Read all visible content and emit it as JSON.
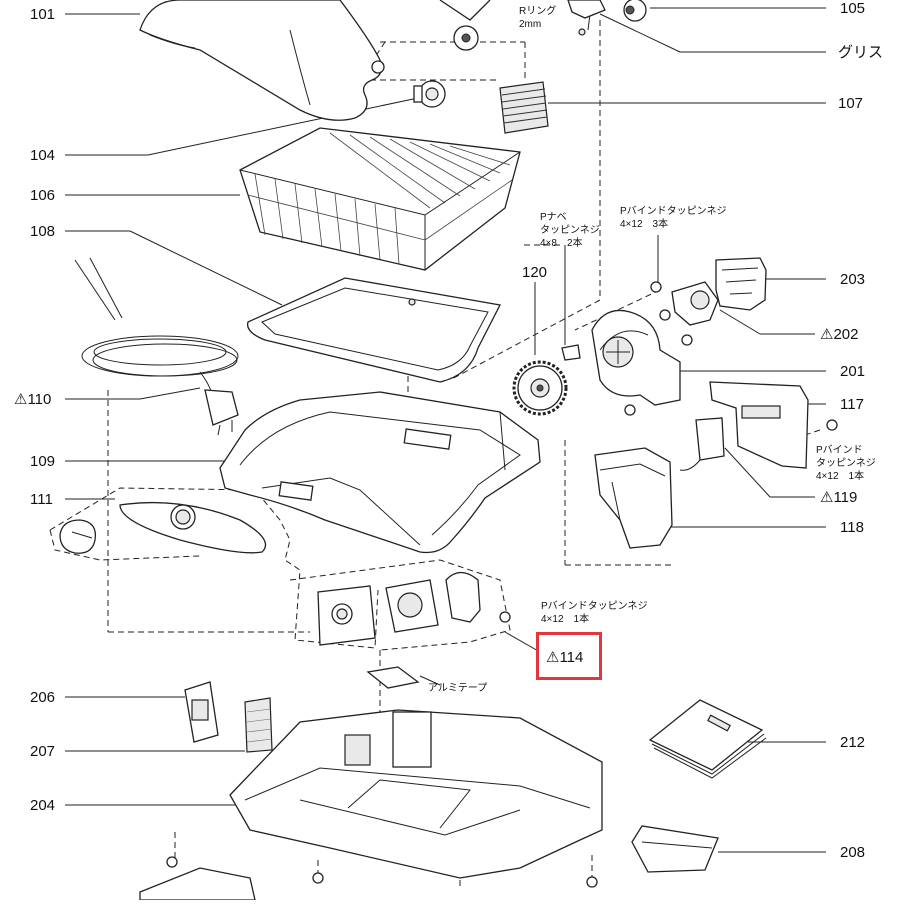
{
  "diagram": {
    "callouts": {
      "p101": "101",
      "p104": "104",
      "p105": "105",
      "grease": "グリス",
      "p106": "106",
      "p107": "107",
      "p108": "108",
      "p110": "⚠110",
      "p109": "109",
      "p111": "111",
      "p120": "120",
      "p203": "203",
      "p202": "⚠202",
      "p201": "201",
      "p117": "117",
      "p119": "⚠119",
      "p118": "118",
      "p114": "⚠114",
      "p206": "206",
      "p207": "207",
      "p204": "204",
      "p212": "212",
      "p208": "208"
    },
    "notes": {
      "rring_1": "Rリング",
      "rring_2": "2mm",
      "pnabe_1": "Pナベ",
      "pnabe_2": "タッピンネジ",
      "pnabe_3": "4×8　2本",
      "pbind3_1": "Pバインドタッピンネジ",
      "pbind3_2": "4×12　3本",
      "pbind1r_1": "Pバインド",
      "pbind1r_2": "タッピンネジ",
      "pbind1r_3": "4×12　1本",
      "pbind1c_1": "Pバインドタッピンネジ",
      "pbind1c_2": "4×12　1本",
      "alumi": "アルミテープ"
    },
    "highlight_color": "#e0383e"
  }
}
